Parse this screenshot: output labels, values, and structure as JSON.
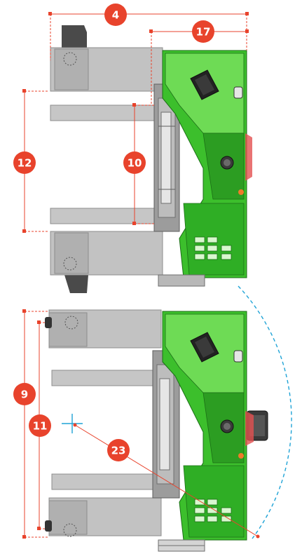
{
  "colors": {
    "dimension": "#e8432c",
    "green": "#3cbf2c",
    "green_dark": "#1f8a1a",
    "green_light": "#7fe06a",
    "gray_fork": "#bdbdbd",
    "gray_dark": "#6e6e6e",
    "turn_arc": "#1fa3d6",
    "center_mark": "#1fa3d6"
  },
  "icons": {
    "turning_center": "crosshair-icon"
  },
  "dimensions": [
    {
      "id": "dim-4",
      "label": "4"
    },
    {
      "id": "dim-17",
      "label": "17"
    },
    {
      "id": "dim-12",
      "label": "12"
    },
    {
      "id": "dim-10",
      "label": "10"
    },
    {
      "id": "dim-9",
      "label": "9"
    },
    {
      "id": "dim-11",
      "label": "11"
    },
    {
      "id": "dim-23",
      "label": "23"
    }
  ]
}
